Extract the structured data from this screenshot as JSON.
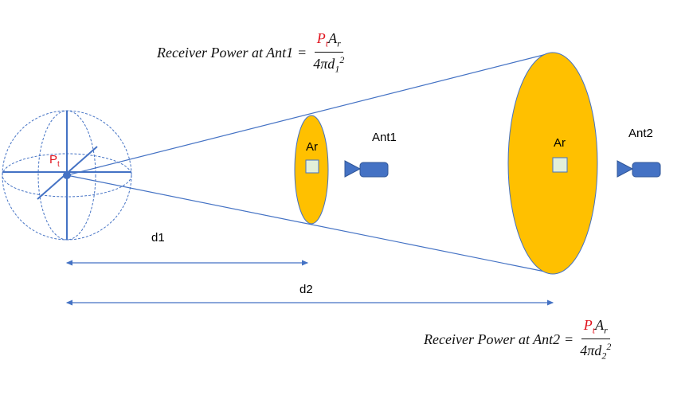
{
  "formula1": {
    "prefix": "Receiver Power at Ant1",
    "equals": "=",
    "num_p": "P",
    "num_p_sub": "t",
    "num_a": "A",
    "num_a_sub": "r",
    "den_main": "4πd",
    "den_sub": "1",
    "den_sup": "2"
  },
  "formula2": {
    "prefix": "Receiver Power at Ant2",
    "equals": "=",
    "num_p": "P",
    "num_p_sub": "t",
    "num_a": "A",
    "num_a_sub": "r",
    "den_main": "4πd",
    "den_sub": "2",
    "den_sup": "2"
  },
  "source": {
    "label": "P",
    "label_sub": "t"
  },
  "aperture1": {
    "label": "Ar"
  },
  "aperture2": {
    "label": "Ar"
  },
  "antenna1": {
    "label": "Ant1"
  },
  "antenna2": {
    "label": "Ant2"
  },
  "distance1": {
    "label": "d1"
  },
  "distance2": {
    "label": "d2"
  },
  "colors": {
    "ellipse_fill": "#ffc000",
    "ellipse_stroke": "#4472c4",
    "line": "#4472c4",
    "antenna": "#4472c4",
    "sphere_stroke": "#4472c4",
    "receiver_square": "#e2efd9",
    "accent_red": "#e0141e"
  }
}
